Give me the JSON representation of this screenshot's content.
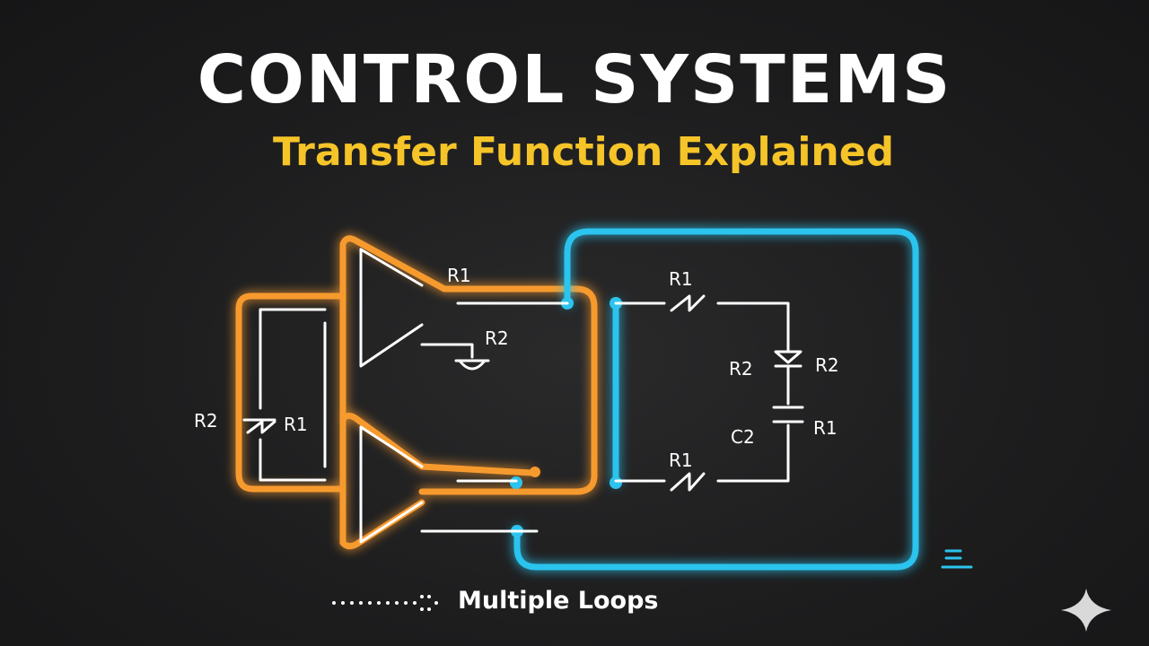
{
  "header": {
    "title": "CONTROL SYSTEMS",
    "subtitle": "Transfer Function Explained"
  },
  "diagram": {
    "labels": {
      "amp_top_r1": "R1",
      "amp_top_r2": "R2",
      "left_r2": "R2",
      "left_r1": "R1",
      "right_top_r1": "R1",
      "right_r2_left": "R2",
      "right_r2_right": "R2",
      "right_c2": "C2",
      "right_r1_mid": "R1",
      "right_bottom_r1": "R1"
    },
    "colors": {
      "orange_loop": "#f79a2e",
      "blue_loop": "#2cc4ee",
      "wire": "#ffffff",
      "title": "#ffffff",
      "subtitle": "#f5c428"
    }
  },
  "footer": {
    "label": "Multiple Loops",
    "icons": [
      "dotted-arrow-icon",
      "menu-lines-icon",
      "sparkle-icon"
    ]
  }
}
